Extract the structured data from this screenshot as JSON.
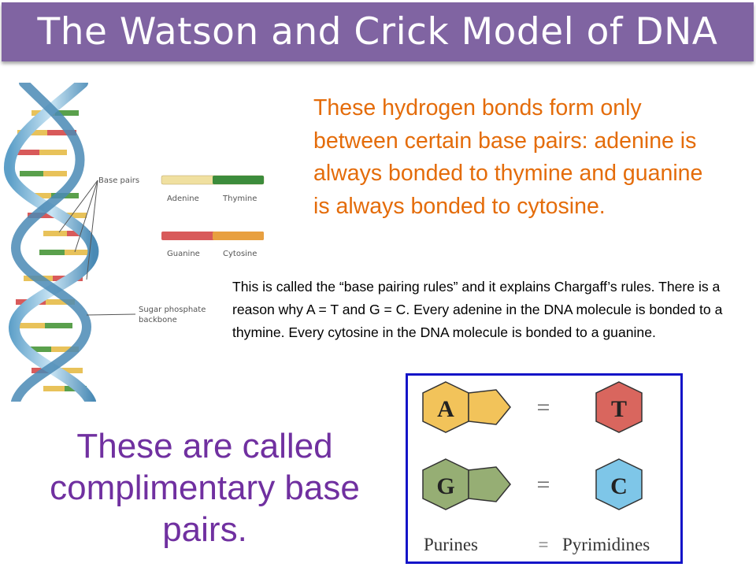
{
  "slide": {
    "title": "The Watson and Crick Model of DNA",
    "hydrogen_bonds_text": "These hydrogen bonds form only between certain base pairs: adenine is always bonded to thymine and guanine is always bonded to cytosine.",
    "base_pairing_text": "This is called the “base pairing rules” and it explains Chargaff’s rules.  There is a reason why A = T and G = C. Every adenine in the DNA molecule is bonded to a thymine. Every cytosine in the DNA molecule is bonded to a guanine.",
    "complementary_text": "These are called complimentary base pairs."
  },
  "dna_figure": {
    "base_pairs_label": "Base pairs",
    "adenine_label": "Adenine",
    "thymine_label": "Thymine",
    "guanine_label": "Guanine",
    "cytosine_label": "Cytosine",
    "backbone_label_line1": "Sugar phosphate",
    "backbone_label_line2": "backbone"
  },
  "pairs_diagram": {
    "a_letter": "A",
    "t_letter": "T",
    "g_letter": "G",
    "c_letter": "C",
    "equals": "=",
    "purines_label": "Purines",
    "pyrimidines_label": "Pyrimidines",
    "colors": {
      "adenine": "#f2c35a",
      "thymine": "#d9665e",
      "guanine": "#96ae74",
      "cytosine": "#7ec6e8"
    }
  },
  "colors": {
    "title_bar": "#8064a2",
    "orange_text": "#e46c0a",
    "purple_text": "#7030a0",
    "box_border": "#1414c8"
  }
}
